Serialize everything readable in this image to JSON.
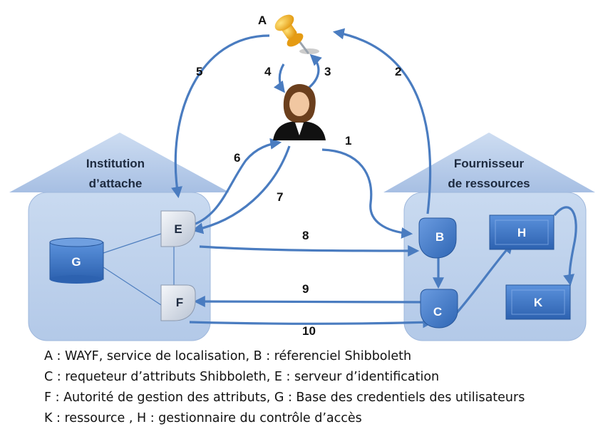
{
  "nodes": {
    "A": "A",
    "B": "B",
    "C": "C",
    "E": "E",
    "F": "F",
    "G": "G",
    "H": "H",
    "K": "K"
  },
  "groups": {
    "left_title": [
      "Institution",
      "d’attache"
    ],
    "right_title": [
      "Fournisseur",
      "de ressources"
    ]
  },
  "steps": [
    "1",
    "2",
    "3",
    "4",
    "5",
    "6",
    "7",
    "8",
    "9",
    "10"
  ],
  "legend": [
    "A : WAYF, service de localisation, B : réferenciel Shibboleth",
    "C : requeteur d’attributs Shibboleth, E :  serveur d’identification",
    "F : Autorité de gestion des attributs, G : Base des credentiels des utilisateurs",
    "K : ressource , H : gestionnaire du contrôle d’accès"
  ],
  "colors": {
    "arrow": "#4a7cc0",
    "house_roof": "#a9c3e6",
    "house_body": "#c7d9ef",
    "node_blue": "#3e78c4",
    "node_light": "#e4e9f1"
  },
  "icons": {
    "wayf": "pushpin-icon",
    "user": "user-person-icon"
  }
}
